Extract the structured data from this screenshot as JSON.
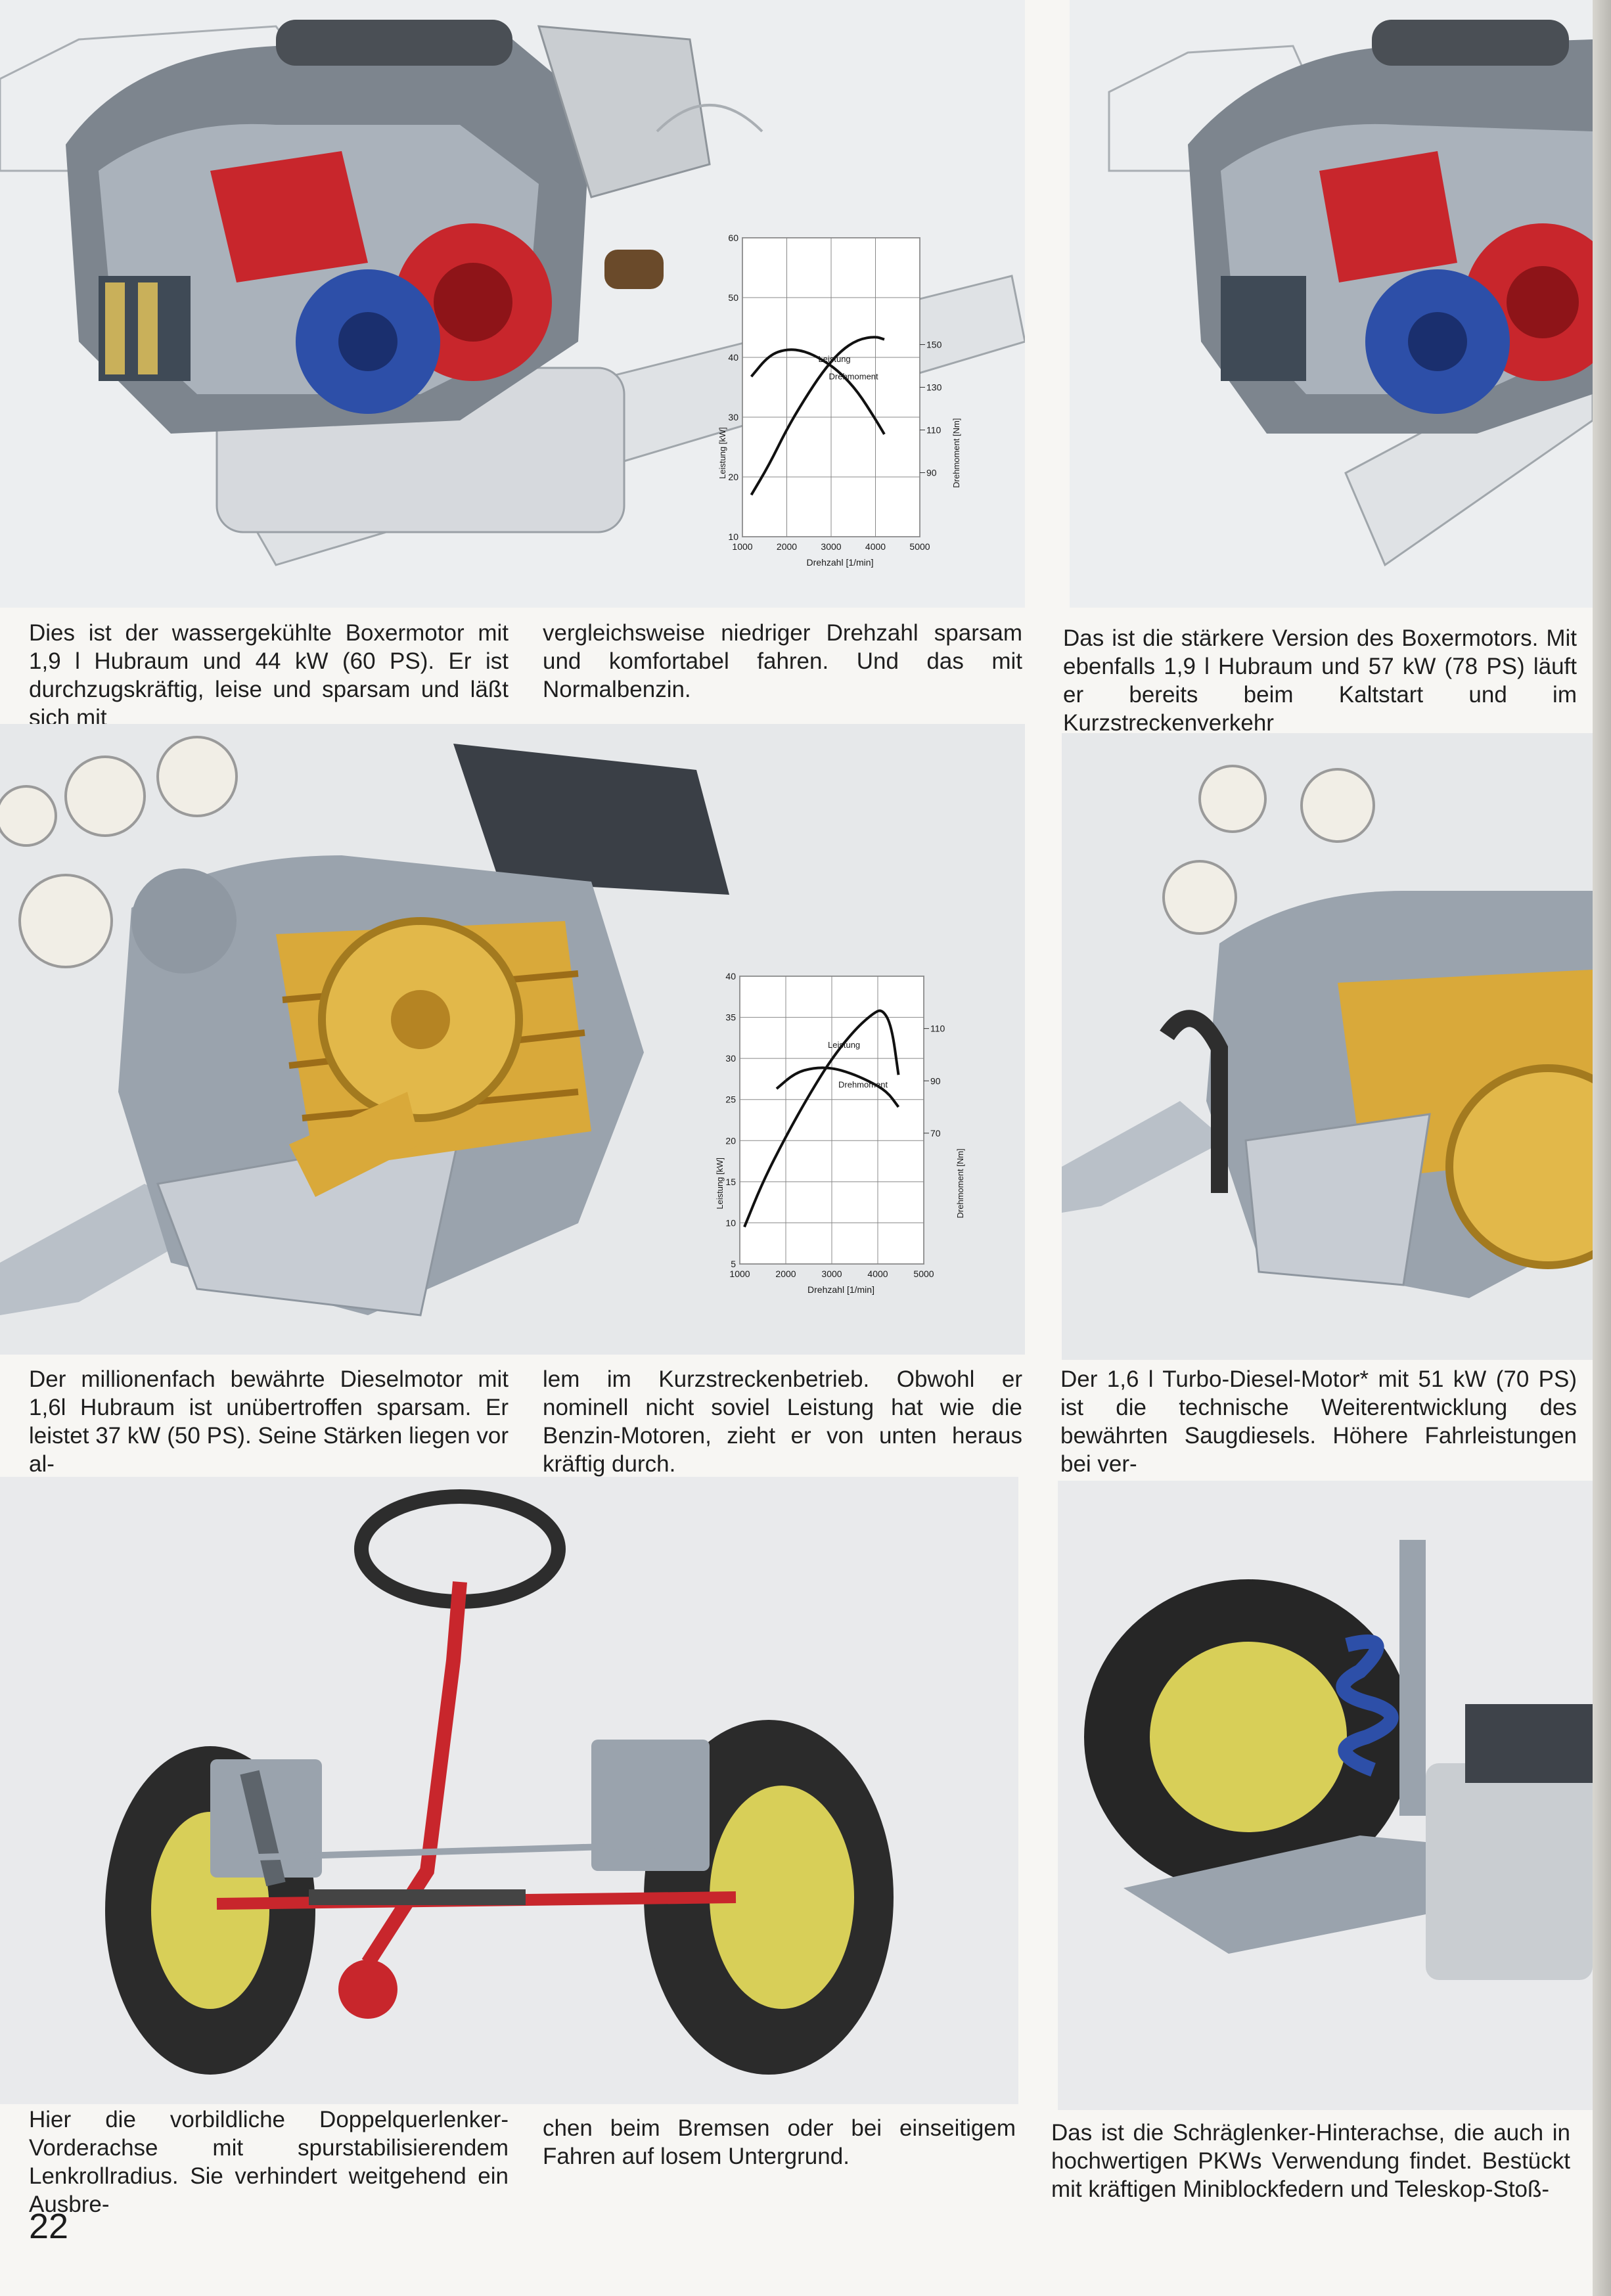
{
  "page": {
    "number": "22"
  },
  "captions": {
    "boxer_left_col1": "Dies ist der wassergekühlte Boxermotor mit 1,9 l Hubraum und 44 kW (60 PS). Er ist durchzugskräftig, leise und sparsam und läßt sich mit",
    "boxer_left_col2": "vergleichsweise niedriger Drehzahl sparsam und komfortabel fahren. Und das mit Normalbenzin.",
    "boxer_right": "Das ist die stärkere Version des Boxermotors. Mit ebenfalls 1,9 l Hubraum und 57 kW (78 PS) läuft er bereits beim Kaltstart und im Kurzstreckenverkehr",
    "diesel_left_col1": "Der millionenfach bewährte Dieselmotor mit 1,6l Hubraum ist unübertroffen sparsam. Er leistet 37 kW (50 PS). Seine Stärken liegen vor al-",
    "diesel_left_col2": "lem im Kurzstreckenbetrieb. Obwohl er nominell nicht soviel Leistung hat wie die Benzin-Motoren, zieht er von unten heraus kräftig durch.",
    "diesel_right": "Der 1,6 l Turbo-Diesel-Motor* mit 51 kW (70 PS) ist die technische Weiterentwicklung des bewährten Saugdiesels. Höhere Fahrleistungen bei ver-",
    "axle_left_col1": "Hier die vorbildliche Doppelquerlenker-Vorderachse mit spurstabilisierendem Lenkrollradius. Sie verhindert weitgehend ein Ausbre-",
    "axle_left_col2": "chen beim Bremsen oder bei einseitigem Fahren auf losem Untergrund.",
    "axle_right": "Das ist die Schräglenker-Hinterachse, die auch in hochwertigen PKWs Verwendung findet. Bestückt mit kräftigen Miniblockfedern und Teleskop-Stoß-"
  },
  "illustrations": [
    {
      "name": "boxer-engine-60ps",
      "colors": {
        "red": "#c8262c",
        "blue": "#2d4fa8",
        "metal": "#9aa3ad"
      }
    },
    {
      "name": "boxer-engine-78ps"
    },
    {
      "name": "diesel-engine-50ps",
      "colors": {
        "gold": "#d9a93a"
      }
    },
    {
      "name": "turbo-diesel-engine-70ps"
    },
    {
      "name": "front-axle",
      "colors": {
        "red": "#c8262c",
        "yellow": "#d8cf58"
      }
    },
    {
      "name": "rear-axle"
    }
  ],
  "chart_data": [
    {
      "type": "line",
      "xlabel": "Drehzahl [1/min]",
      "ylabel": "Leistung [kW]",
      "y2label": "Drehmoment [Nm]",
      "xlim": [
        1000,
        5000
      ],
      "xticks": [
        "1000",
        "2000",
        "3000",
        "4000",
        "5000"
      ],
      "ylim": [
        10,
        60
      ],
      "yticks": [
        "10",
        "20",
        "30",
        "40",
        "50",
        "60"
      ],
      "y2ticks": [
        "150",
        "130",
        "110",
        "90"
      ],
      "y2lim": [
        60,
        200
      ],
      "grid": true,
      "series": [
        {
          "name": "Leistung",
          "axis": "left",
          "x": [
            1200,
            1600,
            2000,
            2400,
            2800,
            3200,
            3600,
            4000,
            4200
          ],
          "y": [
            17,
            22,
            28,
            33,
            37.5,
            41,
            43,
            43.5,
            43
          ]
        },
        {
          "name": "Drehmoment",
          "axis": "right",
          "x": [
            1200,
            1600,
            2000,
            2400,
            2800,
            3200,
            3600,
            4000,
            4200
          ],
          "y": [
            135,
            145,
            148,
            147,
            143,
            137,
            128,
            115,
            108
          ]
        }
      ]
    },
    {
      "type": "line",
      "xlabel": "Drehzahl [1/min]",
      "ylabel": "Leistung [kW]",
      "y2label": "Drehmoment [Nm]",
      "xlim": [
        1000,
        5000
      ],
      "xticks": [
        "1000",
        "2000",
        "3000",
        "4000",
        "5000"
      ],
      "ylim": [
        5,
        40
      ],
      "yticks": [
        "5",
        "10",
        "15",
        "20",
        "25",
        "30",
        "35",
        "40"
      ],
      "y2ticks": [
        "110",
        "90",
        "70"
      ],
      "y2lim": [
        20,
        130
      ],
      "grid": true,
      "series": [
        {
          "name": "Leistung",
          "axis": "left",
          "x": [
            1100,
            1500,
            2000,
            2500,
            3000,
            3500,
            3900,
            4100,
            4300,
            4450
          ],
          "y": [
            9.5,
            15,
            20.5,
            25.5,
            30,
            33.5,
            35.5,
            36,
            34,
            28
          ]
        },
        {
          "name": "Drehmoment",
          "axis": "right",
          "x": [
            1800,
            2200,
            2600,
            3000,
            3400,
            3800,
            4200,
            4450
          ],
          "y": [
            87,
            93,
            95,
            95,
            93,
            90,
            86,
            80
          ]
        }
      ]
    }
  ]
}
